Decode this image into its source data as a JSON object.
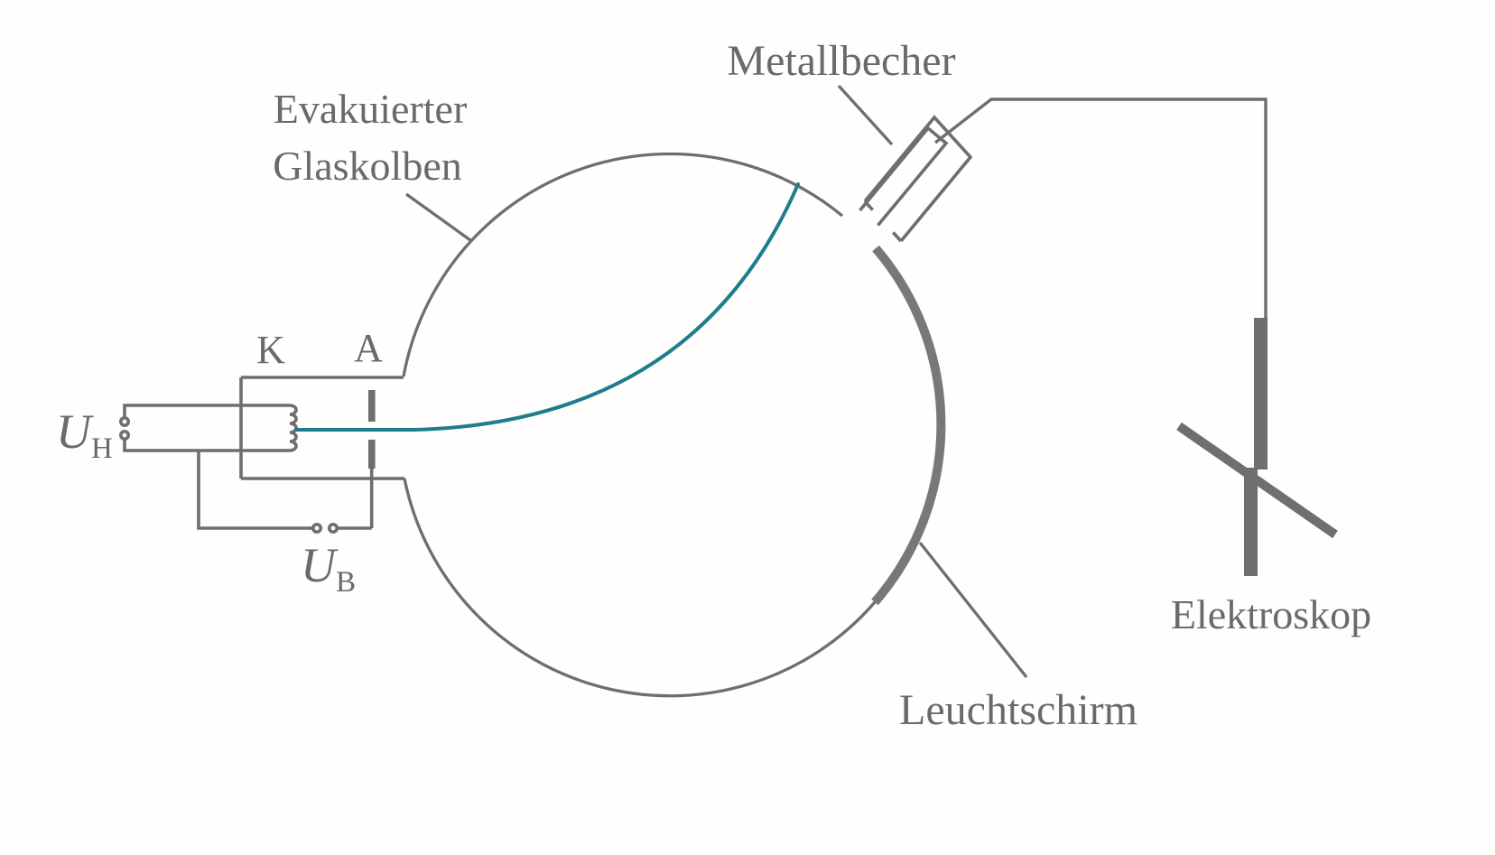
{
  "diagram": {
    "type": "physics-schematic",
    "subject": "cathode-ray-tube-with-electroscope",
    "labels": {
      "glass_bulb_line1": "Evakuierter",
      "glass_bulb_line2": "Glaskolben",
      "metal_cup": "Metallbecher",
      "screen": "Leuchtschirm",
      "electroscope": "Elektroskop",
      "cathode": "K",
      "anode": "A",
      "heater_voltage_symbol": "U",
      "heater_voltage_subscript": "H",
      "accel_voltage_symbol": "U",
      "accel_voltage_subscript": "B"
    },
    "colors": {
      "wire_gray": "#6e6e6e",
      "text_gray": "#6a6a6a",
      "screen_gray": "#787878",
      "electroscope_gray": "#6f6f6f",
      "beam_teal": "#1e7d8c",
      "background": "#fffefd"
    }
  }
}
